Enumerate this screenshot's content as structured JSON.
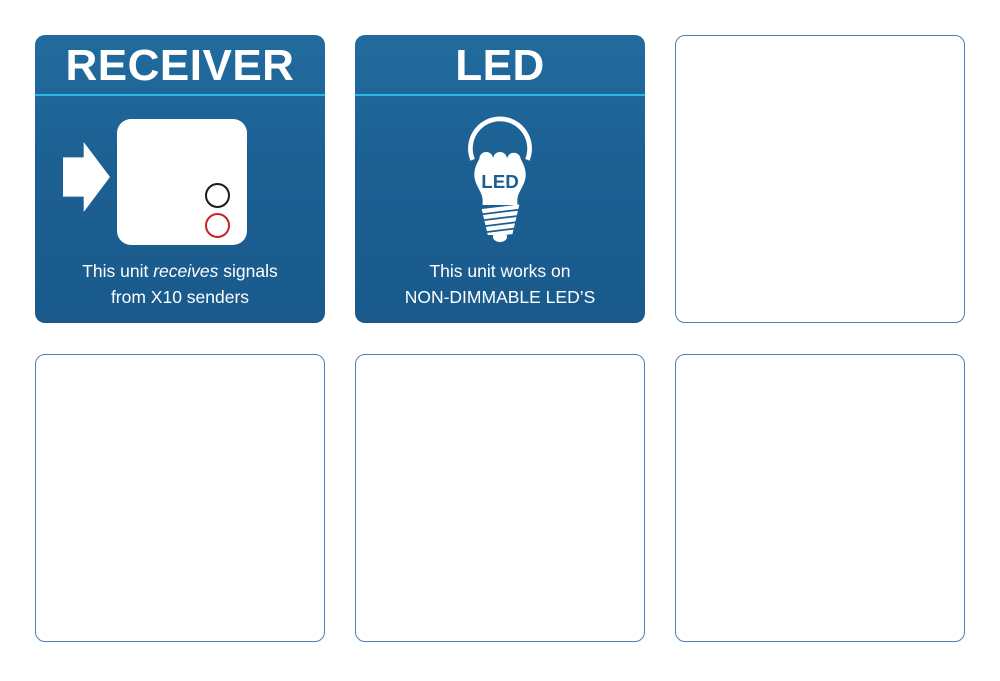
{
  "colors": {
    "badge_blue": "#1c6093",
    "badge_blue_top": "#226b9e",
    "badge_blue_bottom": "#1a5a8c",
    "divider_cyan": "#2fb4e8",
    "circle_black": "#1a1a1a",
    "circle_red": "#cc2127",
    "empty_tile_border": "#4d82b8",
    "text_white": "#ffffff"
  },
  "grid": {
    "rows": 2,
    "cols": 3,
    "filled_tiles": 2,
    "empty_tiles": 4
  },
  "tiles": {
    "receiver": {
      "title": "RECEIVER",
      "caption": {
        "pre": "This unit ",
        "italic": "receives",
        "post": " signals",
        "line2": "from X10 senders"
      }
    },
    "led": {
      "title": "LED",
      "bulb_label": "LED",
      "caption": {
        "line1": "This unit works on",
        "line2": "NON-DIMMABLE LED’S"
      }
    }
  }
}
